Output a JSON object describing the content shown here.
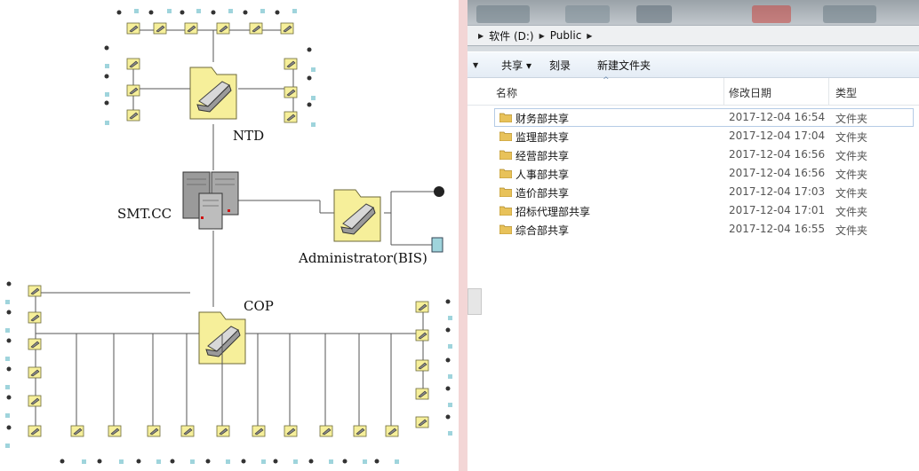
{
  "diagram": {
    "hub_labels": {
      "ntd": "NTD",
      "smtcc": "SMT.CC",
      "admin": "Administrator(BIS)",
      "cop": "COP"
    }
  },
  "explorer": {
    "address": {
      "drive": "软件 (D:)",
      "folder": "Public"
    },
    "toolbar": {
      "share": "共享 ▾",
      "burn": "刻录",
      "new_folder": "新建文件夹"
    },
    "columns": {
      "name": "名称",
      "date": "修改日期",
      "type": "类型"
    },
    "files": [
      {
        "name": "财务部共享",
        "date": "2017-12-04 16:54",
        "type": "文件夹"
      },
      {
        "name": "监理部共享",
        "date": "2017-12-04 17:04",
        "type": "文件夹"
      },
      {
        "name": "经营部共享",
        "date": "2017-12-04 16:56",
        "type": "文件夹"
      },
      {
        "name": "人事部共享",
        "date": "2017-12-04 16:56",
        "type": "文件夹"
      },
      {
        "name": "造价部共享",
        "date": "2017-12-04 17:03",
        "type": "文件夹"
      },
      {
        "name": "招标代理部共享",
        "date": "2017-12-04 17:01",
        "type": "文件夹"
      },
      {
        "name": "综合部共享",
        "date": "2017-12-04 16:55",
        "type": "文件夹"
      }
    ]
  }
}
